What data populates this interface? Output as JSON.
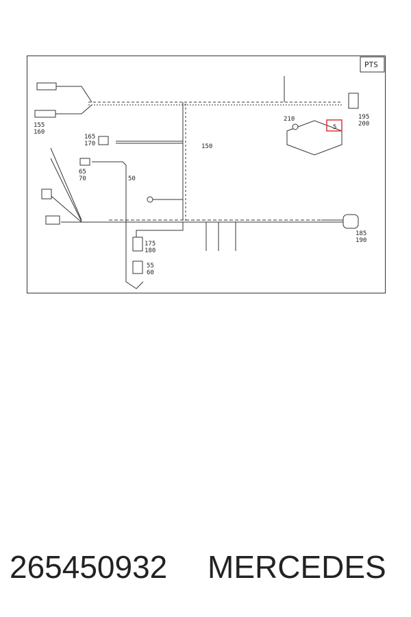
{
  "diagram": {
    "corner_label": "PTS",
    "highlight_label": "5",
    "colors": {
      "highlight": "#e0303a",
      "line": "#333333"
    },
    "callouts": [
      "155",
      "160",
      "165",
      "170",
      "65",
      "70",
      "50",
      "150",
      "175",
      "180",
      "55",
      "60",
      "210",
      "195",
      "200",
      "185",
      "190"
    ]
  },
  "caption": {
    "part_number": "265450932",
    "brand": "MERCEDES"
  }
}
